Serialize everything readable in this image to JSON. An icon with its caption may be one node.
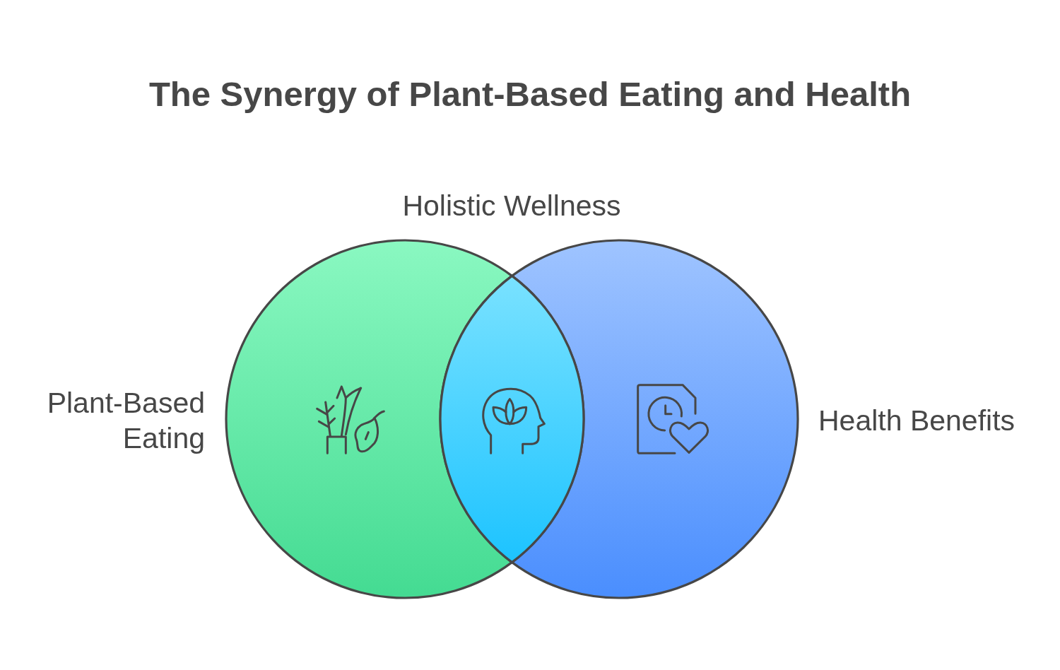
{
  "diagram": {
    "title": "The Synergy of Plant-Based Eating and Health",
    "nodes": [
      {
        "text": [
          "Plant-Based Eating"
        ]
      },
      {
        "text": [
          "Holistic Wellness"
        ]
      },
      {
        "text": [
          "Health Benefits"
        ]
      }
    ]
  }
}
